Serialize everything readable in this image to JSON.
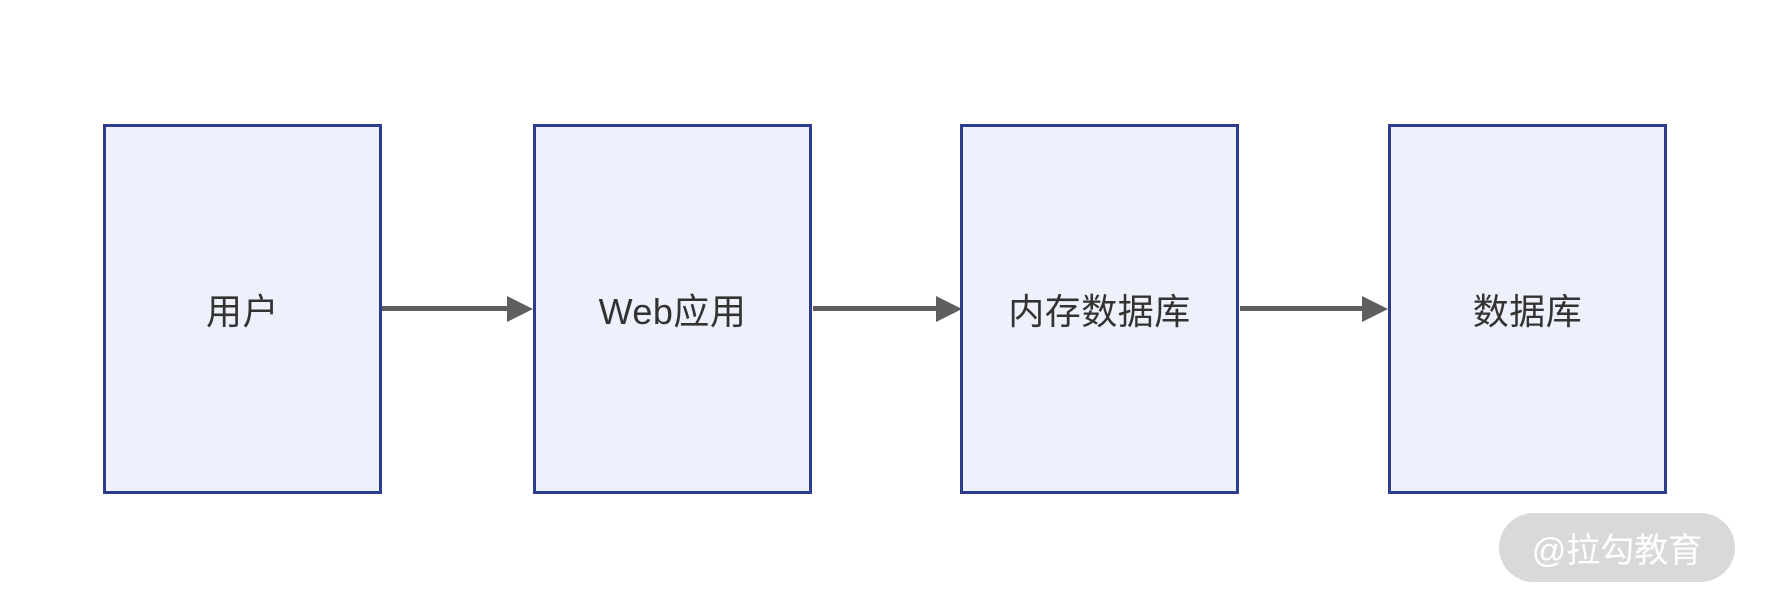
{
  "diagram": {
    "title": "cache-architecture-flow",
    "nodes": [
      {
        "label": "用户"
      },
      {
        "label": "Web应用"
      },
      {
        "label": "内存数据库"
      },
      {
        "label": "数据库"
      }
    ],
    "connections": [
      {
        "from": "用户",
        "to": "Web应用"
      },
      {
        "from": "Web应用",
        "to": "内存数据库"
      },
      {
        "from": "内存数据库",
        "to": "数据库"
      }
    ],
    "colors": {
      "node_fill": "#eef1fb",
      "node_border": "#2d3c8c",
      "node_text": "#333333",
      "arrow": "#5f5f5f",
      "background": "#ffffff",
      "watermark_bg": "#d9d9d9",
      "watermark_text": "#ffffff"
    }
  },
  "watermark": {
    "label": "@拉勾教育"
  }
}
